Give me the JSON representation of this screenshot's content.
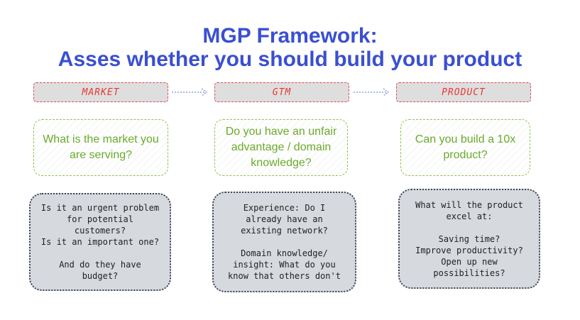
{
  "title": {
    "line1": "MGP Framework:",
    "line2": "Asses whether you should build your product"
  },
  "columns": [
    {
      "header": "MARKET",
      "question": "What is the market you are serving?",
      "details": "Is it an urgent problem\nfor potential\ncustomers?\nIs it an important one?\n\nAnd do they have\nbudget?"
    },
    {
      "header": "GTM",
      "question": "Do you have an unfair advantage / domain knowledge?",
      "details": "Experience: Do I\nalready have an\nexisting network?\n\nDomain knowledge/\ninsight: What do you\nknow that others don't"
    },
    {
      "header": "PRODUCT",
      "question": "Can you build a 10x product?",
      "details": "What will the product\nexcel at:\n\nSaving time?\nImprove productivity?\nOpen up new\npossibilities?"
    }
  ],
  "colors": {
    "title": "#3a4fd1",
    "header_text": "#e53935",
    "header_border": "#e0475a",
    "header_fill": "#dedede",
    "question_text": "#6aaa2b",
    "question_border": "#8fc34a",
    "detail_fill": "#d6d9de",
    "detail_border": "#3c4657",
    "arrow": "#7a8fd8"
  }
}
